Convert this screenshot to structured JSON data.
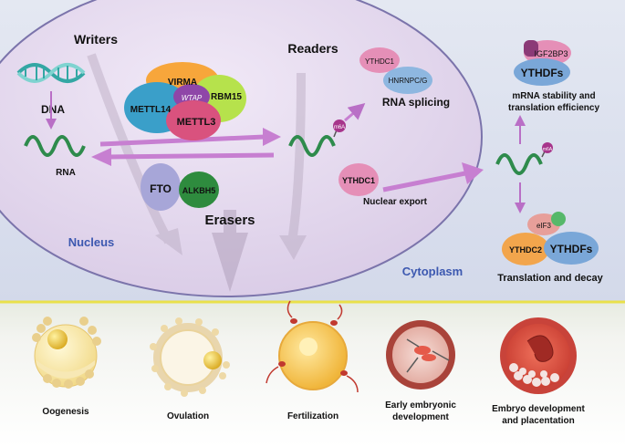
{
  "labels": {
    "writers": "Writers",
    "readers": "Readers",
    "erasers": "Erasers",
    "nucleus": "Nucleus",
    "cytoplasm": "Cytoplasm",
    "dna": "DNA",
    "rna": "RNA",
    "m6a": "m6A",
    "rna_splicing": "RNA splicing",
    "nuclear_export": "Nuclear export",
    "stability": "mRNA stability and",
    "stability2": "translation efficiency",
    "translation_decay": "Translation and decay"
  },
  "writers": {
    "virma": "VIRMA",
    "wtap": "WTAP",
    "rbm15": "RBM15",
    "mettl14": "METTL14",
    "mettl3": "METTL3"
  },
  "erasers": {
    "fto": "FTO",
    "alkbh5": "ALKBH5"
  },
  "readers": {
    "ythdc1_splice": "YTHDC1",
    "hnrnp": "HNRNPC/G",
    "ythdc1_export": "YTHDC1",
    "igf2bp3": "IGF2BP3",
    "ythdfs_top": "YTHDFs",
    "eif3": "eIF3",
    "ythdc2": "YTHDC2",
    "ythdfs_bottom": "YTHDFs"
  },
  "stages": [
    {
      "l1": "Oogenesis",
      "l2": ""
    },
    {
      "l1": "Ovulation",
      "l2": ""
    },
    {
      "l1": "Fertilization",
      "l2": ""
    },
    {
      "l1": "Early embryonic",
      "l2": "development"
    },
    {
      "l1": "Embryo development",
      "l2": "and placentation"
    }
  ],
  "colors": {
    "nucleus_fill": "#e7dcf0",
    "cytoplasm_fill": "#dde2ef",
    "rna_green": "#2e8b4c",
    "arrow_purple": "#c77fd1",
    "divider_yellow": "#e9e04a"
  }
}
